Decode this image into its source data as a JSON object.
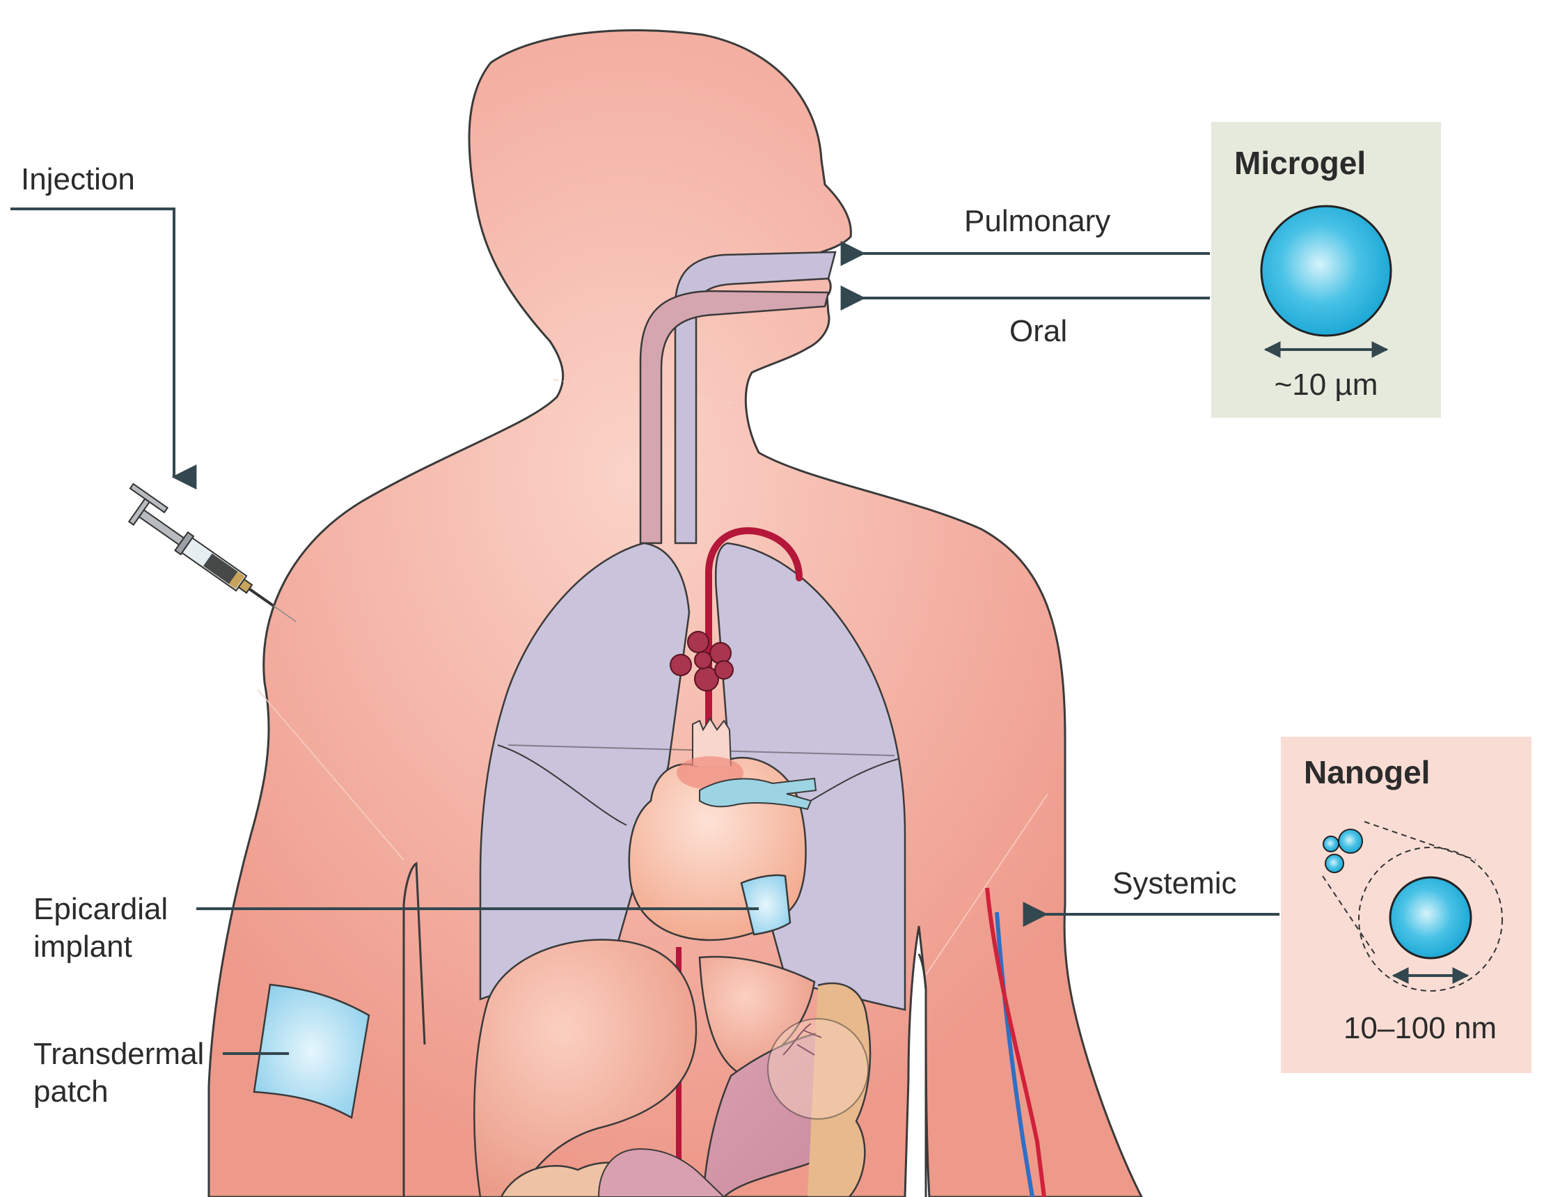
{
  "labels": {
    "injection": "Injection",
    "pulmonary": "Pulmonary",
    "oral": "Oral",
    "systemic": "Systemic",
    "epicardial_line1": "Epicardial",
    "epicardial_line2": "implant",
    "transdermal_line1": "Transdermal",
    "transdermal_line2": "patch"
  },
  "microgel": {
    "title": "Microgel",
    "size": "~10 µm"
  },
  "nanogel": {
    "title": "Nanogel",
    "size": "10–100 nm"
  },
  "colors": {
    "skin": "#f0a293",
    "skin_light": "#f8c8bd",
    "outline": "#3a3a3a",
    "lung": "#c9c3dc",
    "heart": "#f6b79f",
    "gel_blue": "#2bb5dd",
    "patch_blue": "#9fd7ee",
    "artery": "#b5173a",
    "vein": "#2f6fc4",
    "arrow": "#33474f",
    "microgel_bg": "#e5eadd",
    "nanogel_bg": "#f9ddd4"
  }
}
